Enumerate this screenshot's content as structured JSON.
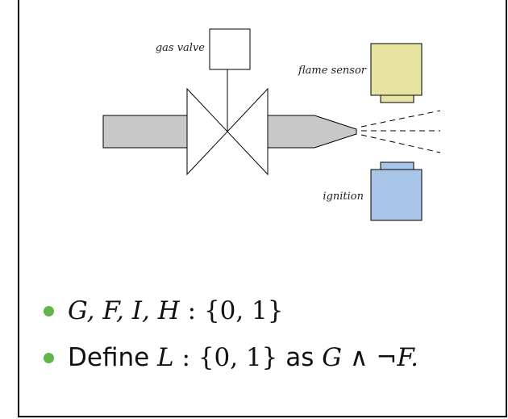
{
  "diagram": {
    "labels": {
      "gas_valve": "gas valve",
      "flame_sensor": "flame sensor",
      "ignition": "ignition"
    },
    "colors": {
      "pipe": "#c8c8c8",
      "flame_sensor": "#e6e4a0",
      "ignition": "#a9c6e8",
      "bullet": "#61b44a"
    }
  },
  "bullets": [
    {
      "vars": "G, F, I, H",
      "colon": " : ",
      "set": "{0, 1}"
    },
    {
      "define_word": "Define ",
      "var": "L",
      "colon": " : ",
      "set": "{0, 1}",
      "as_word": " as ",
      "expr": "G ∧ ¬F."
    }
  ]
}
